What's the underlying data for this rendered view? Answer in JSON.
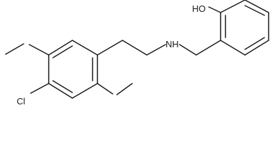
{
  "colors": {
    "bond": "#1a1a1a",
    "background": "#ffffff"
  },
  "molecule": {
    "atom_labels": {
      "hydroxyl": "HO",
      "amine": "NH",
      "chlorine": "Cl"
    }
  }
}
